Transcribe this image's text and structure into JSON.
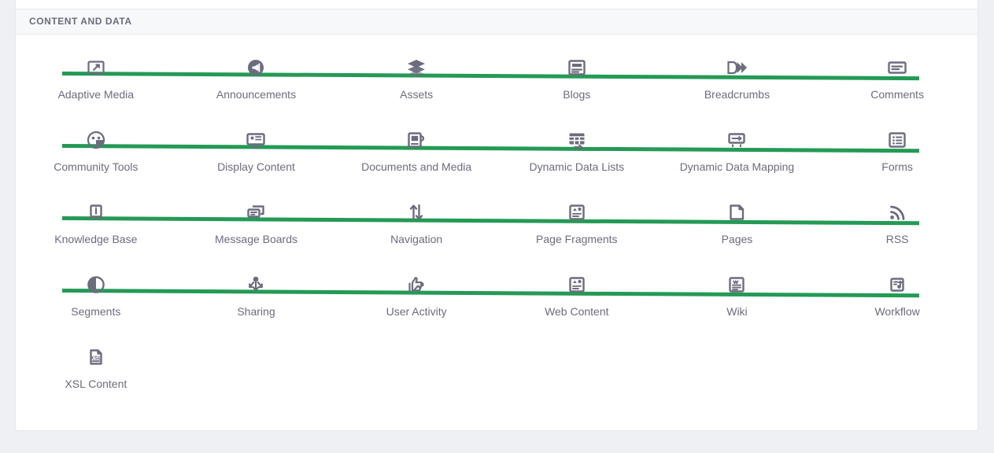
{
  "page": {
    "background_color": "#eff0f4",
    "card_background": "#ffffff",
    "accent_color": "#249a55",
    "icon_color": "#6b6c7e",
    "label_color": "#6b6c7e"
  },
  "panel": {
    "header_title": "CONTENT AND DATA"
  },
  "grid": {
    "rows": [
      {
        "has_strike": true,
        "items": [
          {
            "label": "Adaptive Media",
            "icon": "adaptive-media-icon"
          },
          {
            "label": "Announcements",
            "icon": "announcements-icon"
          },
          {
            "label": "Assets",
            "icon": "assets-layers-icon"
          },
          {
            "label": "Blogs",
            "icon": "blogs-icon"
          },
          {
            "label": "Breadcrumbs",
            "icon": "breadcrumbs-icon"
          },
          {
            "label": "Comments",
            "icon": "comments-icon"
          }
        ]
      },
      {
        "has_strike": true,
        "items": [
          {
            "label": "Community Tools",
            "icon": "community-tools-icon"
          },
          {
            "label": "Display Content",
            "icon": "display-content-icon"
          },
          {
            "label": "Documents and Media",
            "icon": "documents-and-media-icon"
          },
          {
            "label": "Dynamic Data Lists",
            "icon": "dynamic-data-lists-icon"
          },
          {
            "label": "Dynamic Data Mapping",
            "icon": "dynamic-data-mapping-icon"
          },
          {
            "label": "Forms",
            "icon": "forms-icon"
          }
        ]
      },
      {
        "has_strike": true,
        "items": [
          {
            "label": "Knowledge Base",
            "icon": "knowledge-base-icon"
          },
          {
            "label": "Message Boards",
            "icon": "message-boards-icon"
          },
          {
            "label": "Navigation",
            "icon": "navigation-arrows-icon"
          },
          {
            "label": "Page Fragments",
            "icon": "page-fragments-icon"
          },
          {
            "label": "Pages",
            "icon": "pages-document-icon"
          },
          {
            "label": "RSS",
            "icon": "rss-icon"
          }
        ]
      },
      {
        "has_strike": true,
        "items": [
          {
            "label": "Segments",
            "icon": "segments-contrast-icon"
          },
          {
            "label": "Sharing",
            "icon": "sharing-icon"
          },
          {
            "label": "User Activity",
            "icon": "user-activity-icon"
          },
          {
            "label": "Web Content",
            "icon": "web-content-icon"
          },
          {
            "label": "Wiki",
            "icon": "wiki-icon"
          },
          {
            "label": "Workflow",
            "icon": "workflow-icon"
          }
        ]
      },
      {
        "has_strike": false,
        "items": [
          {
            "label": "XSL Content",
            "icon": "xsl-content-icon"
          }
        ]
      }
    ]
  }
}
